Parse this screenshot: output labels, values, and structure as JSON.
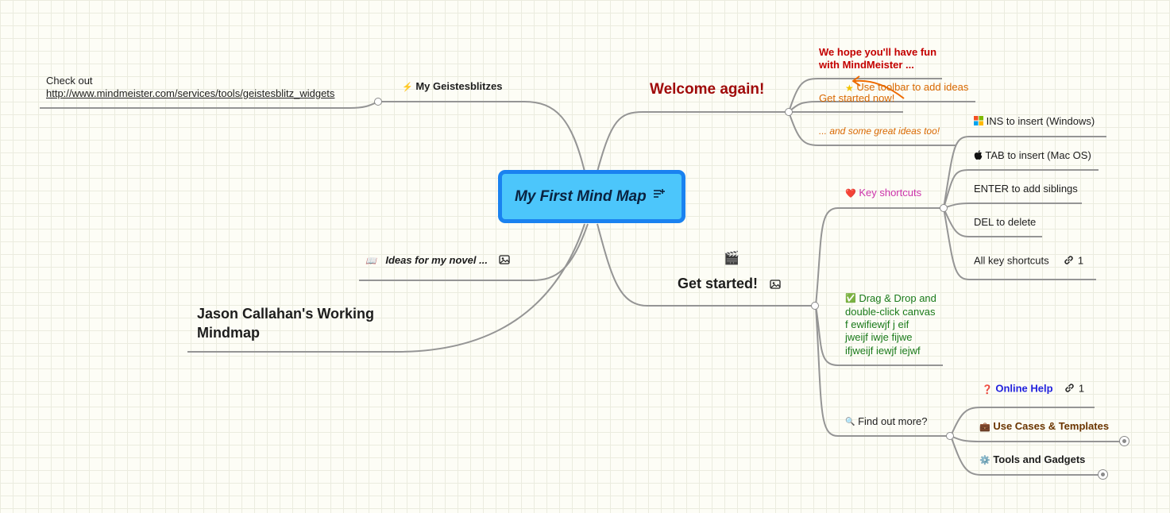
{
  "center": {
    "title": "My First Mind Map",
    "note_icon": "notes-icon"
  },
  "left": {
    "geistesblitzes": {
      "icon": "⚡",
      "label": "My Geistesblitzes"
    },
    "checkout": {
      "line1": "Check out",
      "url": "http://www.mindmeister.com/services/tools/geistesblitz_widgets"
    },
    "novel": {
      "icon": "📖",
      "label": "Ideas for my novel ...",
      "image_icon": "image-icon"
    },
    "jason": {
      "line1": "Jason Callahan's Working",
      "line2": "Mindmap"
    }
  },
  "welcome": {
    "title": "Welcome again!",
    "fun_line1": "We hope you'll have fun",
    "fun_line2": "with MindMeister ...",
    "toolbar": "Use toolbar to add ideas",
    "started_now": "Get started now!",
    "great_ideas": "... and some great ideas too!"
  },
  "started": {
    "icon": "🎬",
    "title": "Get started!",
    "key_shortcuts": {
      "icon": "❤️",
      "label": "Key shortcuts"
    },
    "shortcuts": [
      {
        "icon": "🪟",
        "label": "INS to insert (Windows)"
      },
      {
        "icon": "",
        "label": "TAB to insert (Mac OS)"
      },
      {
        "icon": "",
        "label": "ENTER to add siblings"
      },
      {
        "icon": "",
        "label": "DEL to delete"
      },
      {
        "icon": "",
        "label": "All key shortcuts",
        "link_count": "1"
      }
    ],
    "drag_drop": {
      "icon": "✅",
      "lines": [
        "Drag & Drop and",
        "double-click canvas",
        "f ewifiewjf j eif",
        "jweijf iwje fijwe",
        "ifjweijf iewjf iejwf"
      ]
    },
    "find_more": {
      "icon": "🔍",
      "label": "Find out more?",
      "online_help": {
        "icon": "❓",
        "label": "Online Help",
        "link_count": "1"
      },
      "use_cases": {
        "icon": "💼",
        "label": "Use Cases & Templates"
      },
      "tools": {
        "icon": "⚙️",
        "label": "Tools and Gadgets"
      }
    }
  },
  "colors": {
    "center_fill": "#4cc6fb",
    "center_border": "#1a82f0",
    "welcome": "#a00a0a",
    "orange": "#d96800",
    "magenta": "#cc33aa",
    "green": "#1a7a1a",
    "blue": "#2222dd",
    "brown": "#6b3500",
    "line": "#8a8a8a"
  }
}
